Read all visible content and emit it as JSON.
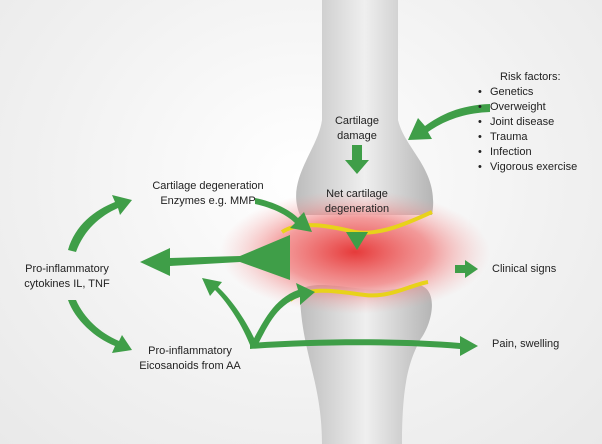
{
  "risk_factors": {
    "title": "Risk factors:",
    "items": [
      "Genetics",
      "Overweight",
      "Joint disease",
      "Trauma",
      "Infection",
      "Vigorous exercise"
    ]
  },
  "labels": {
    "cartilage_damage": [
      "Cartilage",
      "damage"
    ],
    "net_degeneration": [
      "Net cartilage",
      "degeneration"
    ],
    "enzymes": [
      "Cartilage degeneration",
      "Enzymes e.g. MMP"
    ],
    "cytokines": [
      "Pro-inflammatory",
      "cytokines IL, TNF"
    ],
    "eicosanoids": [
      "Pro-inflammatory",
      "Eicosanoids from AA"
    ],
    "clinical_signs": "Clinical signs",
    "pain_swelling": "Pain, swelling"
  },
  "colors": {
    "arrow": "#3f9e48",
    "cartilage": "#e8d21a",
    "inflammation": "#e53030",
    "bone": "#d9d9d9"
  }
}
